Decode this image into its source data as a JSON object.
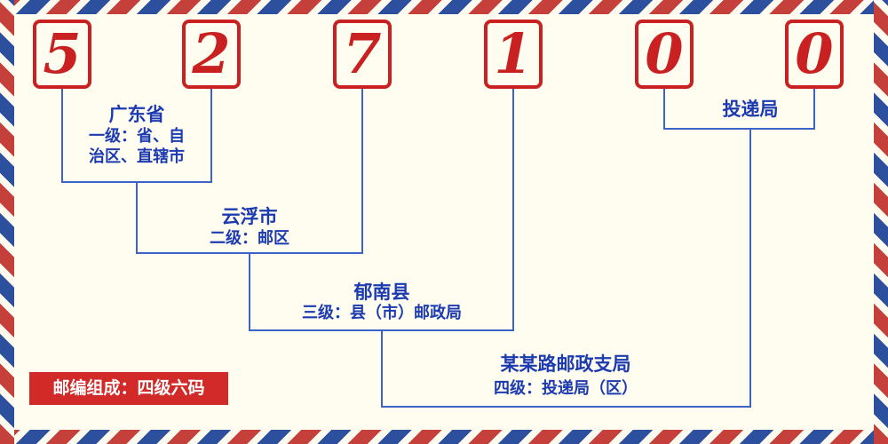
{
  "postal_code": {
    "digits": [
      "5",
      "2",
      "7",
      "1",
      "0",
      "0"
    ]
  },
  "levels": [
    {
      "title": "广东省",
      "desc": "一级：省、自\n治区、直辖市"
    },
    {
      "title": "云浮市",
      "desc": "二级：邮区"
    },
    {
      "title": "郁南县",
      "desc": "三级：县（市）邮政局"
    },
    {
      "title": "某某路邮政支局",
      "desc": "四级：投递局（区）"
    },
    {
      "title": "投递局"
    }
  ],
  "footer": {
    "composition_label": "邮编组成：四级六码"
  },
  "colors": {
    "digit_red": "#c92121",
    "line_blue": "#3c64c8",
    "text_blue": "#1c3bb0",
    "banner_red": "#d22a28",
    "banner_text": "#ffffff",
    "background_cream": "#fffcf0",
    "border_stripe_red": "#c5403a",
    "border_stripe_blue": "#2c4f9e"
  }
}
